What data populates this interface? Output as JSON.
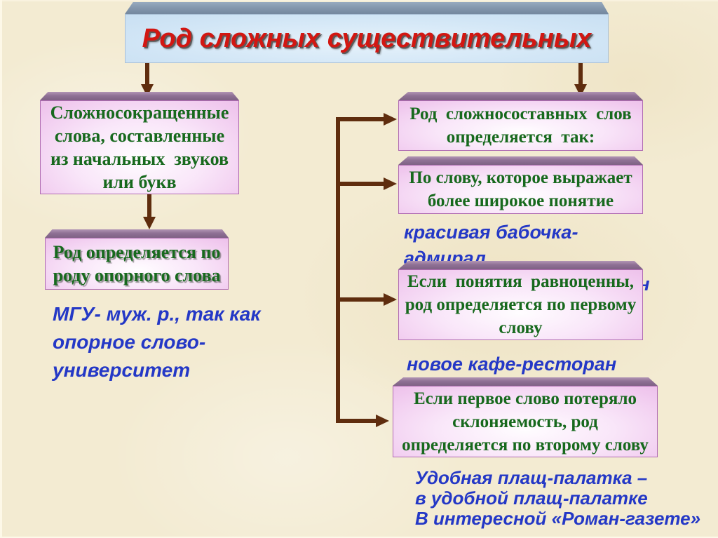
{
  "slide": {
    "title": "Род сложных существительных",
    "left": {
      "box_abbrev": "Сложносокращенные\nслова, составленные\nиз начальных  звуков\nили букв",
      "box_rule": "Род определяется по\nроду опорного слова",
      "example_mgu": "МГУ- муж. р., так как\nопорное слово-\nуниверситет"
    },
    "right": {
      "box_header": "Род  сложносоставных  слов\nопределяется  так:",
      "box_broader": "По слову, которое выражает\nболее широкое понятие",
      "example_admiral": "красивая бабочка-адмирал\nпроехала машина-фургон",
      "box_equal": "Если  понятия  равноценны,\nрод определяется по первому\nслову",
      "example_cafe": "новое кафе-ресторан",
      "box_lost_declension": "Если первое слово потеряло\nсклоняемость, род\nопределяется по второму слову",
      "example_tent": "Удобная плащ-палатка –\nв удобной плащ-палатке\nВ интересной «Роман-газете»"
    },
    "colors": {
      "background": "#f3ebd2",
      "title_text": "#d21712",
      "title_face": "#cfe4f5",
      "title_top_face": "#8496ac",
      "box_face_pink": "#f3c9f1",
      "box_top_purple": "#8d6f93",
      "box_text_green": "#17691d",
      "example_text_blue": "#2438c6",
      "arrow_brown": "#5f2d0e"
    }
  }
}
